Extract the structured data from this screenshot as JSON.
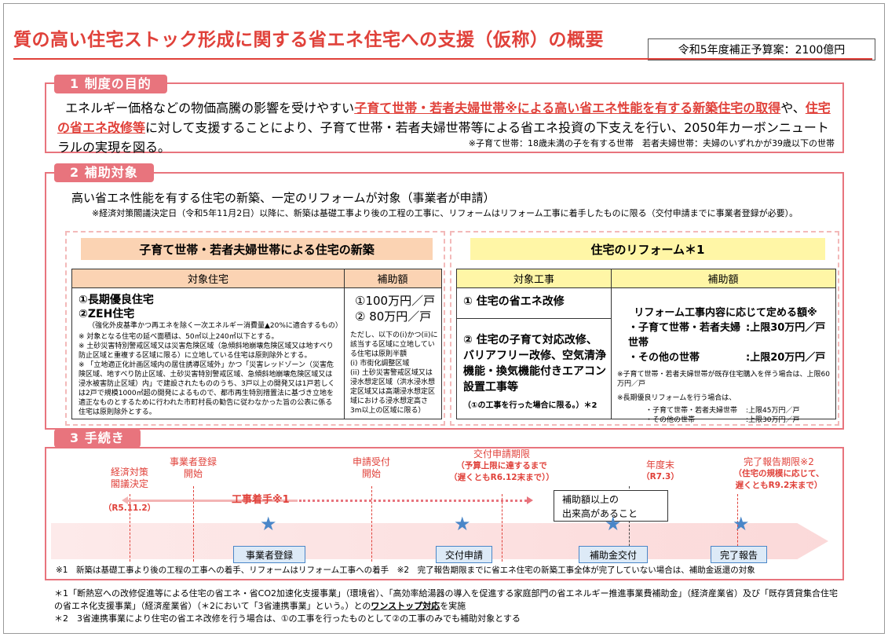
{
  "header": {
    "title": "質の高い住宅ストック形成に関する省エネ住宅への支援（仮称）の概要",
    "budget": "令和5年度補正予算案：2100億円"
  },
  "sections": {
    "s1": {
      "label": "1 制度の目的",
      "text_a": "エネルギー価格などの物価高騰の影響を受けやすい",
      "text_b": "子育て世帯・若者夫婦世帯※による高い省エネ性能を有する新築住宅の取得",
      "text_c": "や、",
      "text_d": "住宅の省エネ改修等",
      "text_e": "に対して支援することにより、子育て世帯・若者夫婦世帯等による省エネ投資の下支えを行い、2050年カーボンニュートラルの実現を図る。",
      "note": "※子育て世帯：18歳未満の子を有する世帯　若者夫婦世帯：夫婦のいずれかが39歳以下の世帯"
    },
    "s2": {
      "label": "2 補助対象",
      "lead": "高い省エネ性能を有する住宅の新築、一定のリフォームが対象（事業者が申請）",
      "note": "※経済対策閣議決定日（令和5年11月2日）以降に、新築は基礎工事より後の工程の工事に、リフォームはリフォーム工事に着手したものに限る（交付申請までに事業者登録が必要）。",
      "new_build": {
        "heading": "子育て世帯・若者夫婦世帯による住宅の新築",
        "col1": "対象住宅",
        "col2": "補助額",
        "item1": "①長期優良住宅",
        "item2": "②ZEH住宅",
        "item2_note": "（強化外皮基準かつ再エネを除く一次エネルギー消費量▲20%に適合するもの）",
        "note1": "※ 対象となる住宅の延べ面積は、50㎡以上240㎡以下とする。",
        "note2": "※ 土砂災害特別警戒区域又は災害危険区域（急傾斜地崩壊危険区域又は地すべり防止区域と重複する区域に限る）に立地している住宅は原則除外とする。",
        "note3": "※ 「立地適正化計画区域内の居住誘導区域外」かつ「災害レッドゾーン（災害危険区域、地すべり防止区域、土砂災害特別警戒区域、急傾斜地崩壊危険区域又は浸水被害防止区域）内」で建設されたもののうち、3戸以上の開発又は1戸若しくは2戸で規模1000㎡超の開発によるもので、都市再生特別措置法に基づき立地を適正なものとするために行われた市町村長の勧告に従わなかった旨の公表に係る住宅は原則除外とする。",
        "amount1": "①100万円／戸",
        "amount2": "② 80万円／戸",
        "amount_note": "ただし、以下の(i)かつ(ii)に該当する区域に立地している住宅は原則半額\n(i) 市街化調整区域\n(ii) 土砂災害警戒区域又は浸水想定区域（洪水浸水想定区域又は高潮浸水想定区域における浸水想定高さ3m以上の区域に限る）"
      },
      "reform": {
        "heading": "住宅のリフォーム＊1",
        "col1": "対象工事",
        "col2": "補助額",
        "item1": "① 住宅の省エネ改修",
        "item2": "② 住宅の子育て対応改修、バリアフリー改修、空気清浄機能・換気機能付きエアコン設置工事等",
        "item2_note": "（①の工事を行った場合に限る。）＊2",
        "amount_title": "リフォーム工事内容に応じて定める額※",
        "amount_row1_label": "・子育て世帯・若者夫婦世帯",
        "amount_row1_value": ":上限30万円／戸",
        "amount_row2_label": "・その他の世帯",
        "amount_row2_value": ":上限20万円／戸",
        "amount_note1": "※子育て世帯・若者夫婦世帯が既存住宅購入を伴う場合は、上限60万円／戸",
        "amount_note2": "※長期優良リフォームを行う場合は、",
        "amount_note3a": "・子育て世帯・若者夫婦世帯",
        "amount_note3b": ":上限45万円／戸",
        "amount_note4a": "・その他の世帯",
        "amount_note4b": ":上限30万円／戸"
      }
    },
    "s3": {
      "label": "3 手続き",
      "m1": "経済対策\n閣議決定",
      "m1_date": "（R5.11.2）",
      "m2": "事業者登録\n開始",
      "m3": "申請受付\n開始",
      "m4": "交付申請期限",
      "m4_sub": "（予算上限に達するまで\n（遅くともR6.12末まで））",
      "m5": "年度末",
      "m5_sub": "（R7.3）",
      "m6": "完了報告期限※2",
      "m6_sub": "（住宅の規模に応じて、\n遅くともR9.2末まで）",
      "construction": "工事着手※1",
      "callout": "補助額以上の\n出来高があること",
      "step1": "事業者登録",
      "step2": "交付申請",
      "step3": "補助金交付",
      "step4": "完了報告",
      "foot": "※1　新築は基礎工事より後の工程の工事への着手、リフォームはリフォーム工事への着手　※2　完了報告期限までに省エネ住宅の新築工事全体が完了していない場合は、補助金返還の対象"
    }
  },
  "footer": {
    "line1": "＊1「断熱窓への改修促進等による住宅の省エネ・省CO2加速化支援事業」（環境省）、「高効率給湯器の導入を促進する家庭部門の省エネルギー推進事業費補助金」（経済産業省）及び「既存賃貸集合住宅の省エネ化支援事業」（経済産業省）（＊2において「3省連携事業」という。）との",
    "line1_bold": "ワンストップ対応",
    "line1_end": "を実施",
    "line2": "＊2　3省連携事業により住宅の省エネ改修を行う場合は、①の工事を行ったものとして②の工事のみでも補助対象とする"
  },
  "colors": {
    "accent": "#e0413a",
    "section_border": "#e8747d",
    "new_build": "#fbd3b3",
    "reform": "#fff6a6",
    "step": "#4a86c8"
  }
}
